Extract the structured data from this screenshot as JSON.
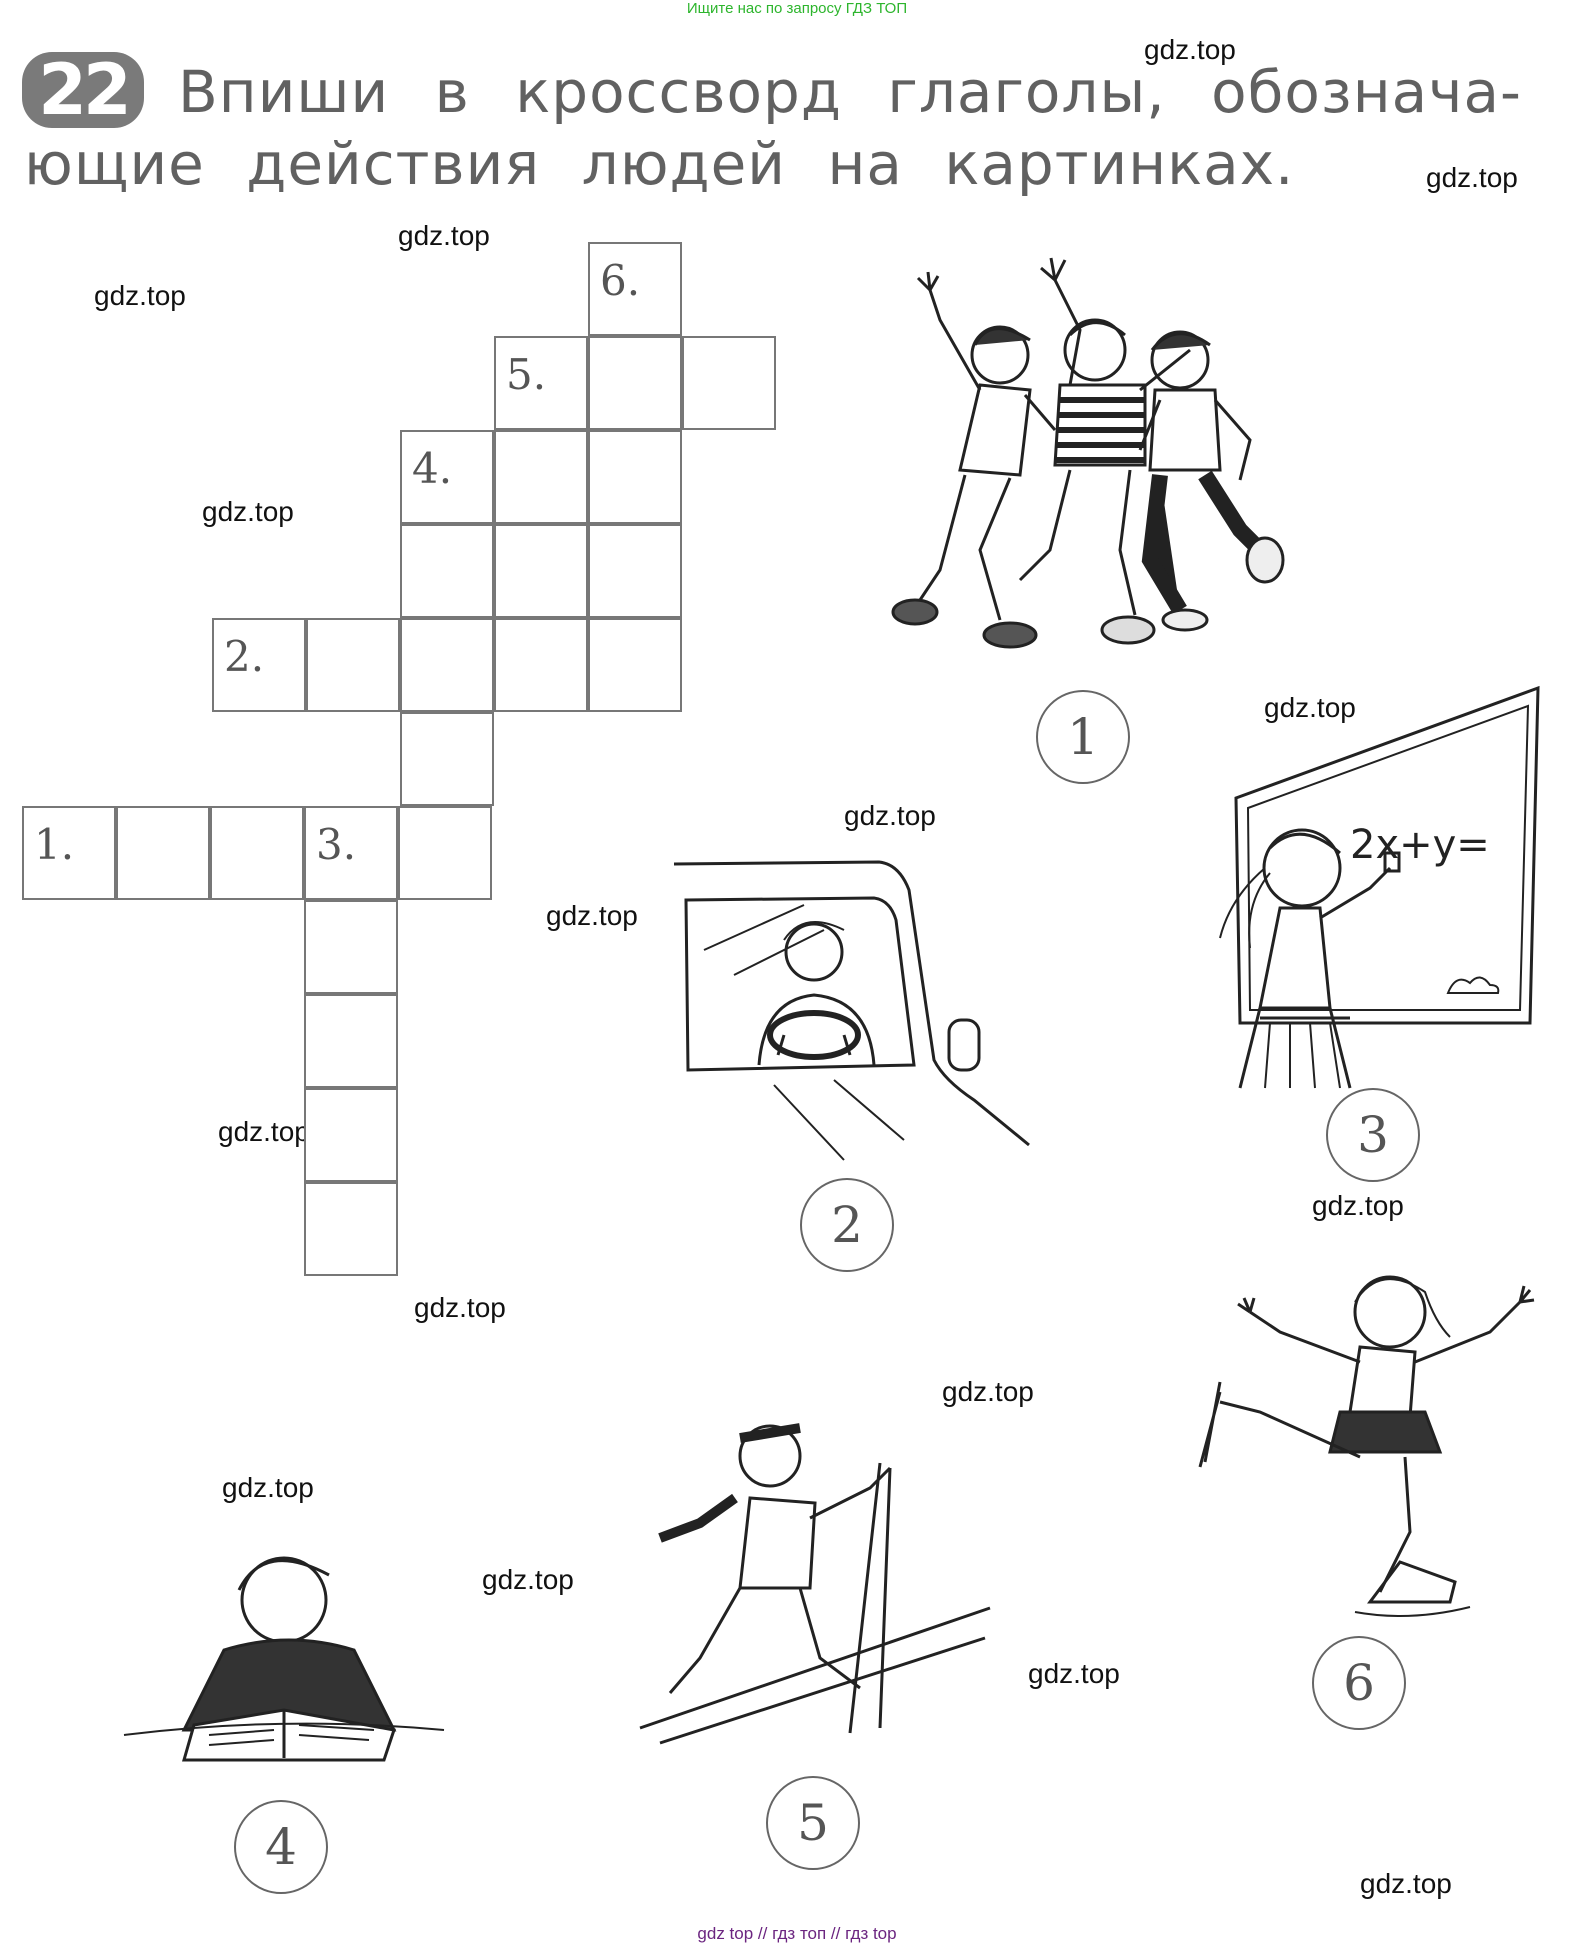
{
  "top_banner": "Ищите нас по запросу ГДЗ ТОП",
  "exercise": {
    "number": "22",
    "line1": "Впиши в кроссворд глаголы, обознача-",
    "line2": "ющие действия людей на картинках."
  },
  "watermark": "gdz.top",
  "crossword": {
    "clue_numbers": [
      "1.",
      "2.",
      "3.",
      "4.",
      "5.",
      "6."
    ]
  },
  "pictures": {
    "labels": [
      "1",
      "2",
      "3",
      "4",
      "5",
      "6"
    ],
    "board_text": "2x+y="
  },
  "footer": "gdz top  //  гдз топ  //  гдз top"
}
